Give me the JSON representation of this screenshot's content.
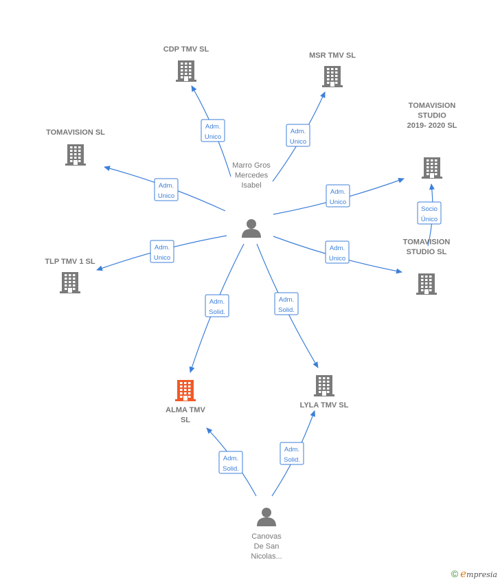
{
  "colors": {
    "edge": "#3d7fd9",
    "company": "#7a7a7a",
    "highlight_company": "#f05a28",
    "person": "#7a7a7a"
  },
  "people": [
    {
      "id": "marro",
      "lines": [
        "Marro Gros",
        "Mercedes",
        "Isabel"
      ],
      "icon": "person-icon"
    },
    {
      "id": "canovas",
      "lines": [
        "Canovas",
        "De San",
        "Nicolas..."
      ],
      "icon": "person-icon"
    }
  ],
  "companies": [
    {
      "id": "cdp",
      "lines": [
        "CDP TMV  SL"
      ],
      "icon": "building-icon"
    },
    {
      "id": "msr",
      "lines": [
        "MSR TMV  SL"
      ],
      "icon": "building-icon"
    },
    {
      "id": "tomavision",
      "lines": [
        "TOMAVISION SL"
      ],
      "icon": "building-icon"
    },
    {
      "id": "tstudio2019",
      "lines": [
        "TOMAVISION",
        "STUDIO",
        "2019- 2020  SL"
      ],
      "icon": "building-icon"
    },
    {
      "id": "tlp",
      "lines": [
        "TLP TMV 1  SL"
      ],
      "icon": "building-icon"
    },
    {
      "id": "tstudio",
      "lines": [
        "TOMAVISION",
        "STUDIO  SL"
      ],
      "icon": "building-icon"
    },
    {
      "id": "alma",
      "lines": [
        "ALMA TMV",
        "SL"
      ],
      "icon": "building-icon",
      "highlight": true
    },
    {
      "id": "lyla",
      "lines": [
        "LYLA TMV  SL"
      ],
      "icon": "building-icon"
    }
  ],
  "edges": [
    {
      "from": "marro",
      "to": "cdp",
      "label": [
        "Adm.",
        "Unico"
      ]
    },
    {
      "from": "marro",
      "to": "msr",
      "label": [
        "Adm.",
        "Unico"
      ]
    },
    {
      "from": "marro",
      "to": "tomavision",
      "label": [
        "Adm.",
        "Unico"
      ]
    },
    {
      "from": "marro",
      "to": "tstudio2019",
      "label": [
        "Adm.",
        "Unico"
      ]
    },
    {
      "from": "marro",
      "to": "tlp",
      "label": [
        "Adm.",
        "Unico"
      ]
    },
    {
      "from": "marro",
      "to": "tstudio",
      "label": [
        "Adm.",
        "Unico"
      ]
    },
    {
      "from": "marro",
      "to": "alma",
      "label": [
        "Adm.",
        "Solid."
      ]
    },
    {
      "from": "marro",
      "to": "lyla",
      "label": [
        "Adm.",
        "Solid."
      ]
    },
    {
      "from": "tstudio",
      "to": "tstudio2019",
      "label": [
        "Socio",
        "Único"
      ]
    },
    {
      "from": "canovas",
      "to": "alma",
      "label": [
        "Adm.",
        "Solid."
      ]
    },
    {
      "from": "canovas",
      "to": "lyla",
      "label": [
        "Adm.",
        "Solid."
      ]
    }
  ],
  "footer": {
    "copyright_symbol": "©",
    "brand_initial": "e",
    "brand_rest": "mpresia"
  }
}
